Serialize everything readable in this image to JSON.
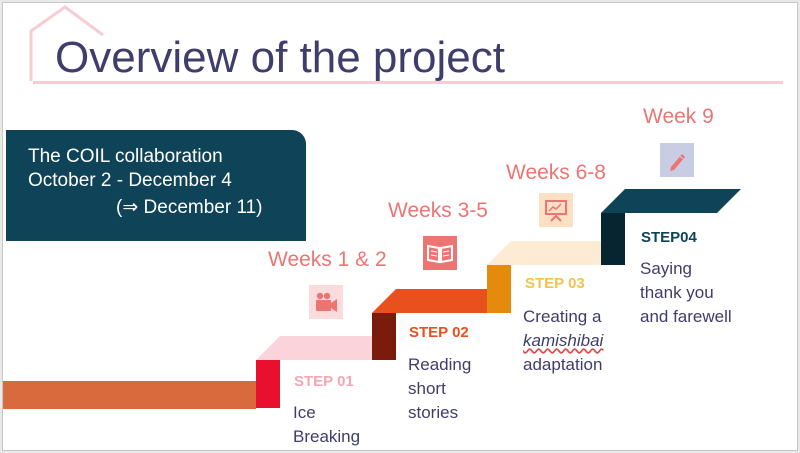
{
  "slide": {
    "title": "Overview of the project",
    "collaboration": {
      "line1": "The COIL collaboration",
      "line2": "October 2 - December 4",
      "line3": "(⇒ December 11)"
    }
  },
  "steps": [
    {
      "week": "Weeks 1 & 2",
      "label": "STEP 01",
      "icon": "video-camera-icon",
      "desc": [
        "Ice",
        "Breaking"
      ]
    },
    {
      "week": "Weeks 3-5",
      "label": "STEP 02",
      "icon": "open-book-icon",
      "desc": [
        "Reading",
        "short",
        "stories"
      ]
    },
    {
      "week": "Weeks 6-8",
      "label": "STEP 03",
      "icon": "presentation-board-icon",
      "desc_pre": "Creating a",
      "desc_em": "kamishibai",
      "desc_post": "adaptation"
    },
    {
      "week": "Week 9",
      "label": "STEP04",
      "icon": "pencil-icon",
      "desc": [
        "Saying",
        "thank you",
        "and farewell"
      ]
    }
  ],
  "colors": {
    "title": "#3e3d6b",
    "week_text": "#ec7573",
    "step1": "#f4a7b2",
    "step2": "#e8501d",
    "step3": "#f4c34e",
    "step4": "#0f4358",
    "infobox": "#0f4358"
  }
}
